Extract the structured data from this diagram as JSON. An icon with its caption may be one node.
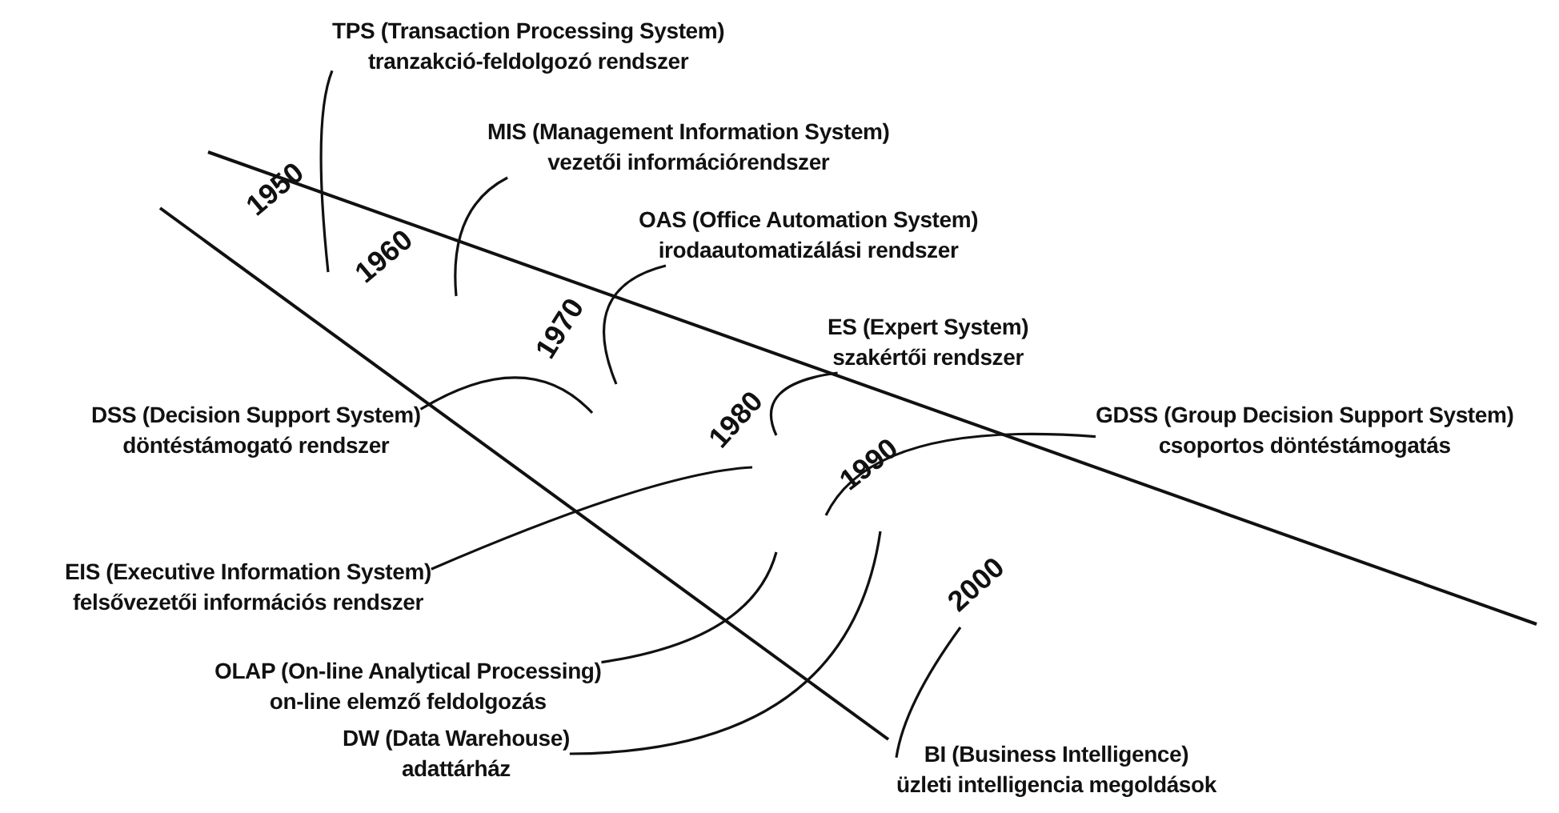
{
  "diagram": {
    "nodes": [
      {
        "text": [
          "TPS (Transaction Processing System)",
          "tranzakció-feldolgozó rendszer"
        ]
      },
      {
        "text": [
          "MIS (Management Information System)",
          "vezetői információrendszer"
        ]
      },
      {
        "text": [
          "OAS (Office Automation System)",
          "irodaautomatizálási rendszer"
        ]
      },
      {
        "text": [
          "ES (Expert System)",
          "szakértői rendszer"
        ]
      },
      {
        "text": [
          "GDSS (Group Decision Support System)",
          "csoportos döntéstámogatás"
        ]
      },
      {
        "text": [
          "DSS (Decision Support System)",
          "döntéstámogató rendszer"
        ]
      },
      {
        "text": [
          "EIS (Executive Information System)",
          "felsővezetői információs rendszer"
        ]
      },
      {
        "text": [
          "OLAP (On-line Analytical Processing)",
          "on-line elemző feldolgozás"
        ]
      },
      {
        "text": [
          "DW (Data Warehouse)",
          "adattárház"
        ]
      },
      {
        "text": [
          "BI (Business Intelligence)",
          "üzleti intelligencia megoldások"
        ]
      }
    ],
    "edges": [
      {
        "from": 0,
        "to": null,
        "arrow": "none"
      },
      {
        "from": 1,
        "to": null,
        "arrow": "none"
      },
      {
        "from": 2,
        "to": null,
        "arrow": "none"
      },
      {
        "from": 3,
        "to": null,
        "arrow": "none"
      },
      {
        "from": 4,
        "to": null,
        "arrow": "none"
      },
      {
        "from": 5,
        "to": null,
        "arrow": "none"
      },
      {
        "from": 6,
        "to": null,
        "arrow": "none"
      },
      {
        "from": 7,
        "to": null,
        "arrow": "none"
      },
      {
        "from": 8,
        "to": null,
        "arrow": "none"
      },
      {
        "from": 9,
        "to": null,
        "arrow": "none"
      }
    ],
    "labels": [
      "1950",
      "1960",
      "1970",
      "1980",
      "1990",
      "2000"
    ]
  }
}
